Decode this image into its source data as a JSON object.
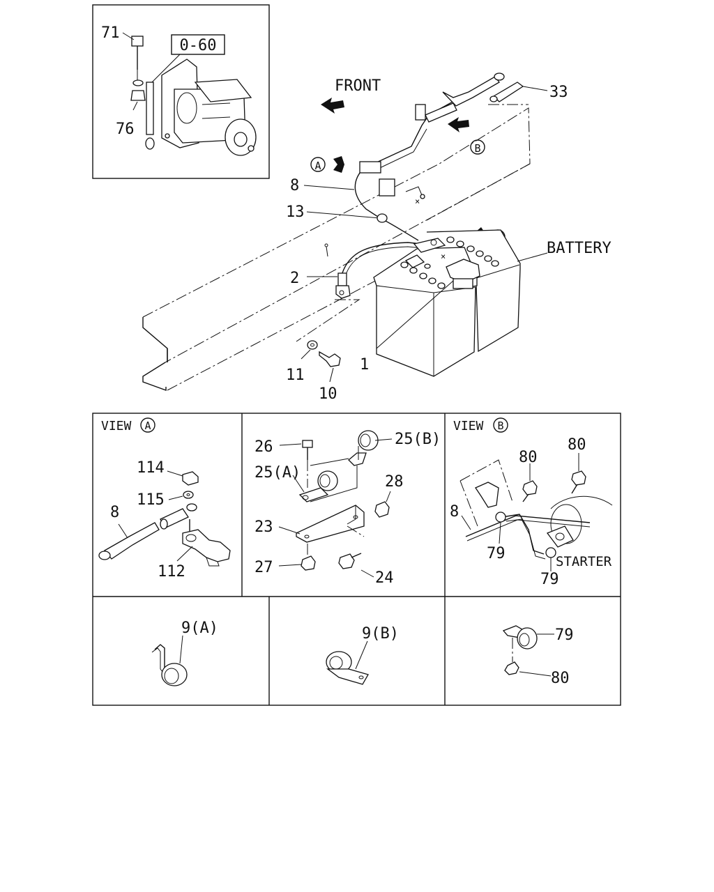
{
  "inset": {
    "ref_box": "0-60",
    "labels": [
      "71",
      "76"
    ]
  },
  "main": {
    "front": "FRONT",
    "battery": "BATTERY",
    "view_marks": [
      "A",
      "B",
      "A"
    ],
    "labels": {
      "l33": "33",
      "l8": "8",
      "l13": "13",
      "l2": "2",
      "l11": "11",
      "l10": "10",
      "l1": "1"
    }
  },
  "view_a": {
    "title": "VIEW",
    "mark": "A",
    "labels": [
      "114",
      "115",
      "8",
      "112"
    ]
  },
  "bracket": {
    "labels": [
      "26",
      "25(B)",
      "25(A)",
      "28",
      "23",
      "27",
      "24"
    ]
  },
  "view_b": {
    "title": "VIEW",
    "mark": "B",
    "labels": [
      "80",
      "80",
      "8",
      "79",
      "79"
    ],
    "starter": "STARTER"
  },
  "clip_9a": {
    "label": "9(A)"
  },
  "clip_9b": {
    "label": "9(B)"
  },
  "clip_79": {
    "labels": [
      "79",
      "80"
    ]
  }
}
